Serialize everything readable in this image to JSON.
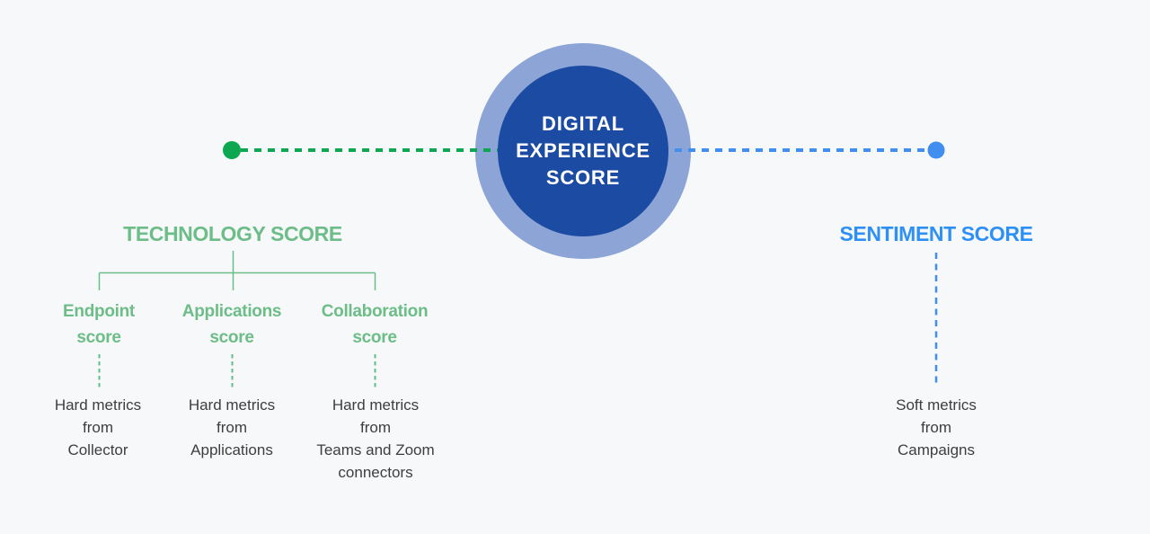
{
  "diagram": {
    "background_color": "#f7f8fa"
  },
  "center_badge": {
    "title": "DIGITAL\nEXPERIENCE\nSCORE",
    "ring_color": "#8ca5d6",
    "core_color": "#1c4ba3",
    "text_color": "#ffffff"
  },
  "technology": {
    "heading": "TECHNOLOGY SCORE",
    "heading_color": "#6cbd87",
    "connector_color": "#0ca750",
    "tree_color": "#6cbd87",
    "children": [
      {
        "title": "Endpoint\nscore",
        "description": "Hard metrics\nfrom\nCollector"
      },
      {
        "title": "Applications\nscore",
        "description": "Hard metrics\nfrom\nApplications"
      },
      {
        "title": "Collaboration\nscore",
        "description": "Hard metrics\nfrom\nTeams and Zoom\nconnectors"
      }
    ]
  },
  "sentiment": {
    "heading": "SENTIMENT SCORE",
    "heading_color": "#2e90f5",
    "connector_color": "#3f8ef0",
    "description": "Soft metrics\nfrom\nCampaigns"
  }
}
